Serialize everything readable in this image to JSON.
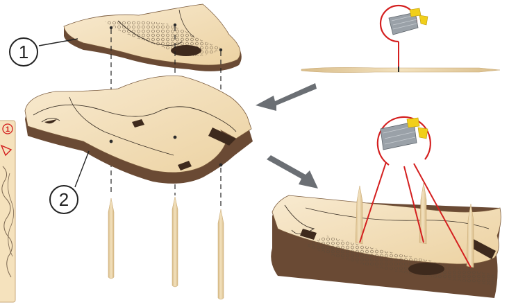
{
  "callouts": [
    {
      "number": "1",
      "target": "upper-layer"
    },
    {
      "number": "2",
      "target": "lower-layer"
    }
  ],
  "sheet_label": "1",
  "colors": {
    "wood_face": "#f3dfb6",
    "wood_edge": "#6a4a34",
    "glue_red": "#d41f1f",
    "arrow_grey": "#6b6f74",
    "toothpick": "#e6cfa2",
    "ink": "#2b2b2b",
    "nozzle_yellow": "#f1cf1a"
  },
  "icons": [
    "arrow-to-assembly-icon",
    "arrow-from-toothpick-icon",
    "knife-blade-icon",
    "toothpick-icon"
  ]
}
